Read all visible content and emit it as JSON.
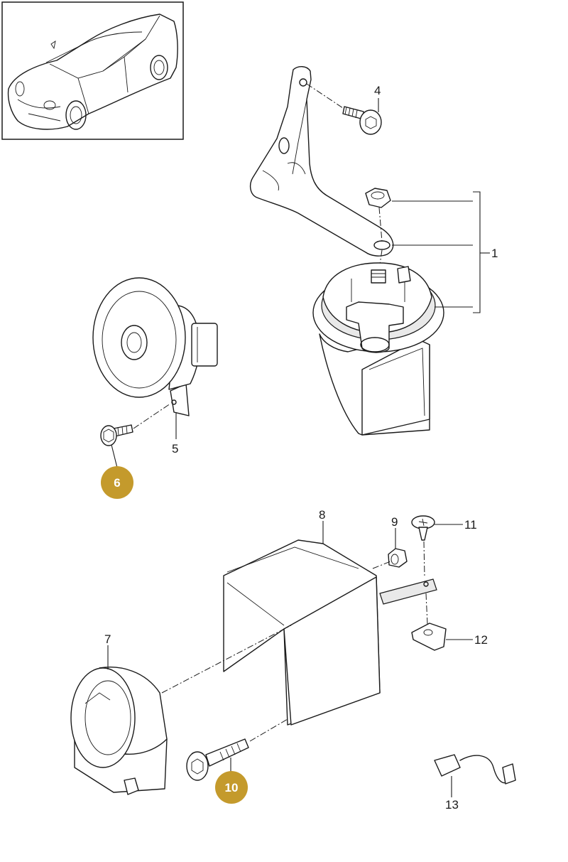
{
  "diagram": {
    "highlight_color": "#c49a2c",
    "callouts": [
      {
        "id": "1",
        "label": "1"
      },
      {
        "id": "4",
        "label": "4"
      },
      {
        "id": "5",
        "label": "5"
      },
      {
        "id": "6",
        "label": "6",
        "highlighted": true
      },
      {
        "id": "7",
        "label": "7"
      },
      {
        "id": "8",
        "label": "8"
      },
      {
        "id": "9",
        "label": "9"
      },
      {
        "id": "10",
        "label": "10",
        "highlighted": true
      },
      {
        "id": "11",
        "label": "11"
      },
      {
        "id": "12",
        "label": "12"
      },
      {
        "id": "13",
        "label": "13"
      }
    ],
    "thumbnail_icon": "car-icon"
  }
}
